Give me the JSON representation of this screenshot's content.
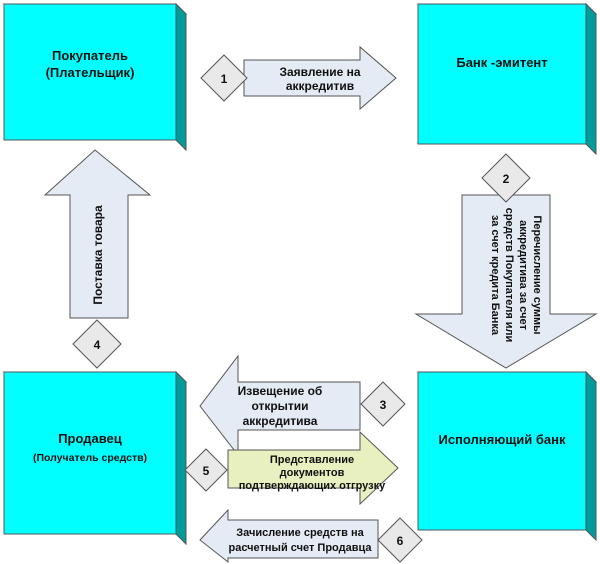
{
  "colors": {
    "box_front": "#00ffff",
    "box_top": "#00c8c8",
    "box_side": "#009c9c",
    "arrow_fill": "#e4ebf4",
    "arrow_fill_highlight": "#e9f0c0",
    "badge_fill": "#e9e9e9",
    "stroke": "#555555"
  },
  "boxes": {
    "buyer": {
      "line1": "Покупатель",
      "line2": "(Плательщик)"
    },
    "issuing_bank": {
      "label": "Банк -эмитент"
    },
    "seller": {
      "line1": "Продавец",
      "line2": "(Получатель средств)"
    },
    "executing_bank": {
      "label": "Исполняющий банк"
    }
  },
  "steps": {
    "s1": {
      "number": "1",
      "line1": "Заявление на",
      "line2": "аккредитив"
    },
    "s2": {
      "number": "2",
      "line1": "Перечисление суммы",
      "line2": "аккредитива за счет",
      "line3": "средств Покупателя или",
      "line4": "за счет кредита Банка"
    },
    "s3": {
      "number": "3",
      "line1": "Извещение об",
      "line2": "открытии",
      "line3": "аккредитива"
    },
    "s4": {
      "number": "4",
      "line1": "Поставка товара"
    },
    "s5": {
      "number": "5",
      "line1": "Представление",
      "line2": "документов",
      "line3": "подтверждающих отгрузку"
    },
    "s6": {
      "number": "6",
      "line1": "Зачисление средств на",
      "line2": "расчетный счет Продавца"
    }
  }
}
